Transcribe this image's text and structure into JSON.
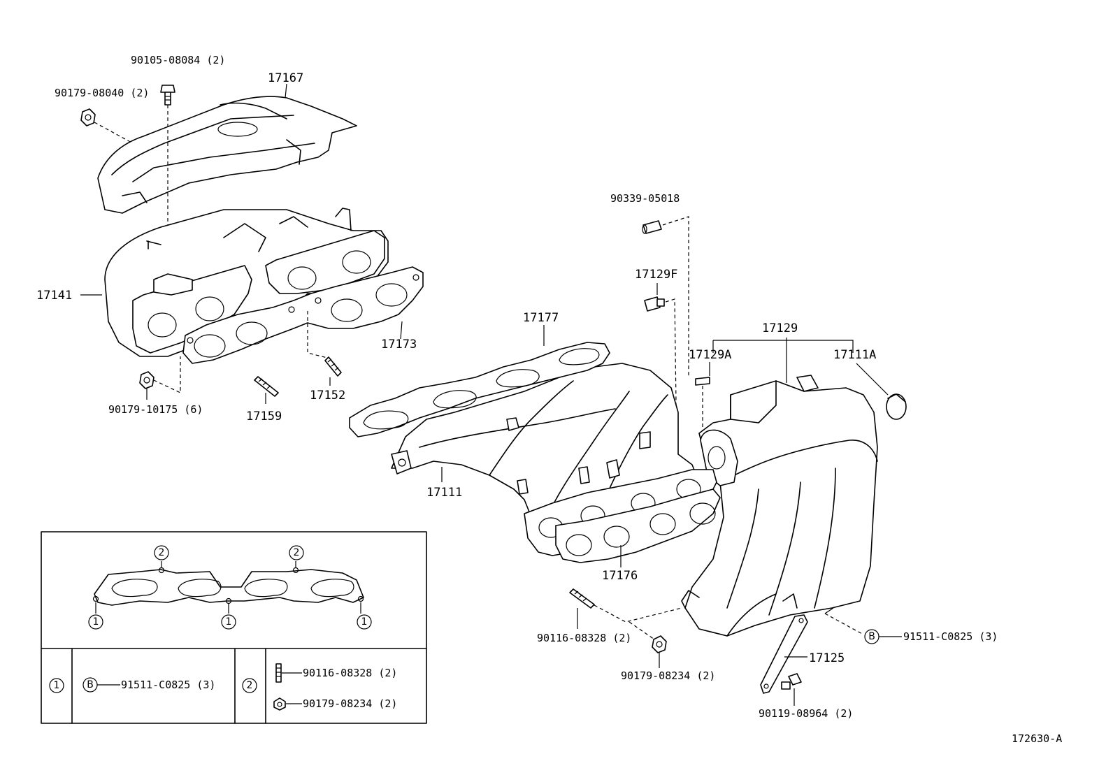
{
  "parts": {
    "p17167": "17167",
    "p90105": "90105-08084 (2)",
    "p90179_40": "90179-08040 (2)",
    "p17141": "17141",
    "p17173": "17173",
    "p17152": "17152",
    "p17159": "17159",
    "p90179_10175": "90179-10175 (6)",
    "p90339": "90339-05018",
    "p17129F": "17129F",
    "p17129": "17129",
    "p17129A": "17129A",
    "p17111A": "17111A",
    "p17177": "17177",
    "p17111": "17111",
    "p17176": "17176",
    "p90116": "90116-08328 (2)",
    "p90179_8234": "90179-08234 (2)",
    "p91511": "91511-C0825 (3)",
    "p17125": "17125",
    "p90119": "90119-08964 (2)"
  },
  "inset": {
    "marker1": "1",
    "marker2": "2",
    "markerB": "B",
    "legend1_part": "91511-C0825 (3)",
    "legend2_part1": "90116-08328 (2)",
    "legend2_part2": "90179-08234 (2)"
  },
  "diagram_id": "172630-A"
}
